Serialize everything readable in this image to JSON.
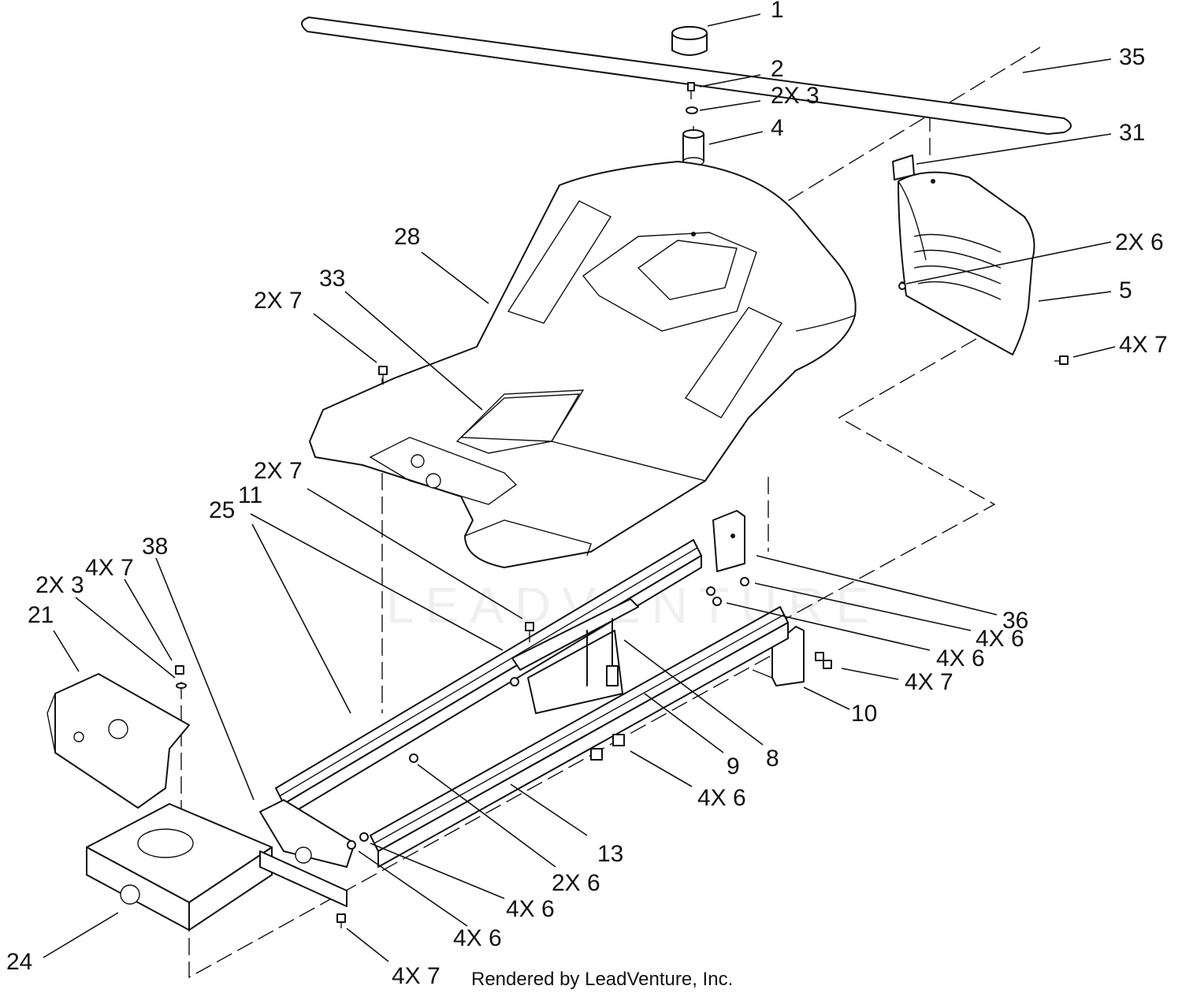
{
  "diagram": {
    "credit": "Rendered by LeadVenture, Inc.",
    "watermark": "LEADVENTURE",
    "callouts": [
      {
        "id": "c1",
        "text": "1"
      },
      {
        "id": "c2",
        "text": "2"
      },
      {
        "id": "c3",
        "text": "2X 3"
      },
      {
        "id": "c4",
        "text": "4"
      },
      {
        "id": "c35",
        "text": "35"
      },
      {
        "id": "c31",
        "text": "31"
      },
      {
        "id": "c6a",
        "text": "2X 6"
      },
      {
        "id": "c5",
        "text": "5"
      },
      {
        "id": "c7a",
        "text": "4X 7"
      },
      {
        "id": "c28",
        "text": "28"
      },
      {
        "id": "c33",
        "text": "33"
      },
      {
        "id": "c7b",
        "text": "2X 7"
      },
      {
        "id": "c7c",
        "text": "2X 7"
      },
      {
        "id": "c25",
        "text": "25"
      },
      {
        "id": "c11",
        "text": "11"
      },
      {
        "id": "c38",
        "text": "38"
      },
      {
        "id": "c7d",
        "text": "4X 7"
      },
      {
        "id": "c3b",
        "text": "2X 3"
      },
      {
        "id": "c21",
        "text": "21"
      },
      {
        "id": "c36",
        "text": "36"
      },
      {
        "id": "c6b",
        "text": "4X 6"
      },
      {
        "id": "c6c",
        "text": "4X 6"
      },
      {
        "id": "c7e",
        "text": "4X 7"
      },
      {
        "id": "c10",
        "text": "10"
      },
      {
        "id": "c8",
        "text": "8"
      },
      {
        "id": "c9",
        "text": "9"
      },
      {
        "id": "c6d",
        "text": "4X 6"
      },
      {
        "id": "c13",
        "text": "13"
      },
      {
        "id": "c6e",
        "text": "2X 6"
      },
      {
        "id": "c6f",
        "text": "4X 6"
      },
      {
        "id": "c6g",
        "text": "4X 6"
      },
      {
        "id": "c24",
        "text": "24"
      },
      {
        "id": "c7f",
        "text": "4X 7"
      }
    ]
  }
}
